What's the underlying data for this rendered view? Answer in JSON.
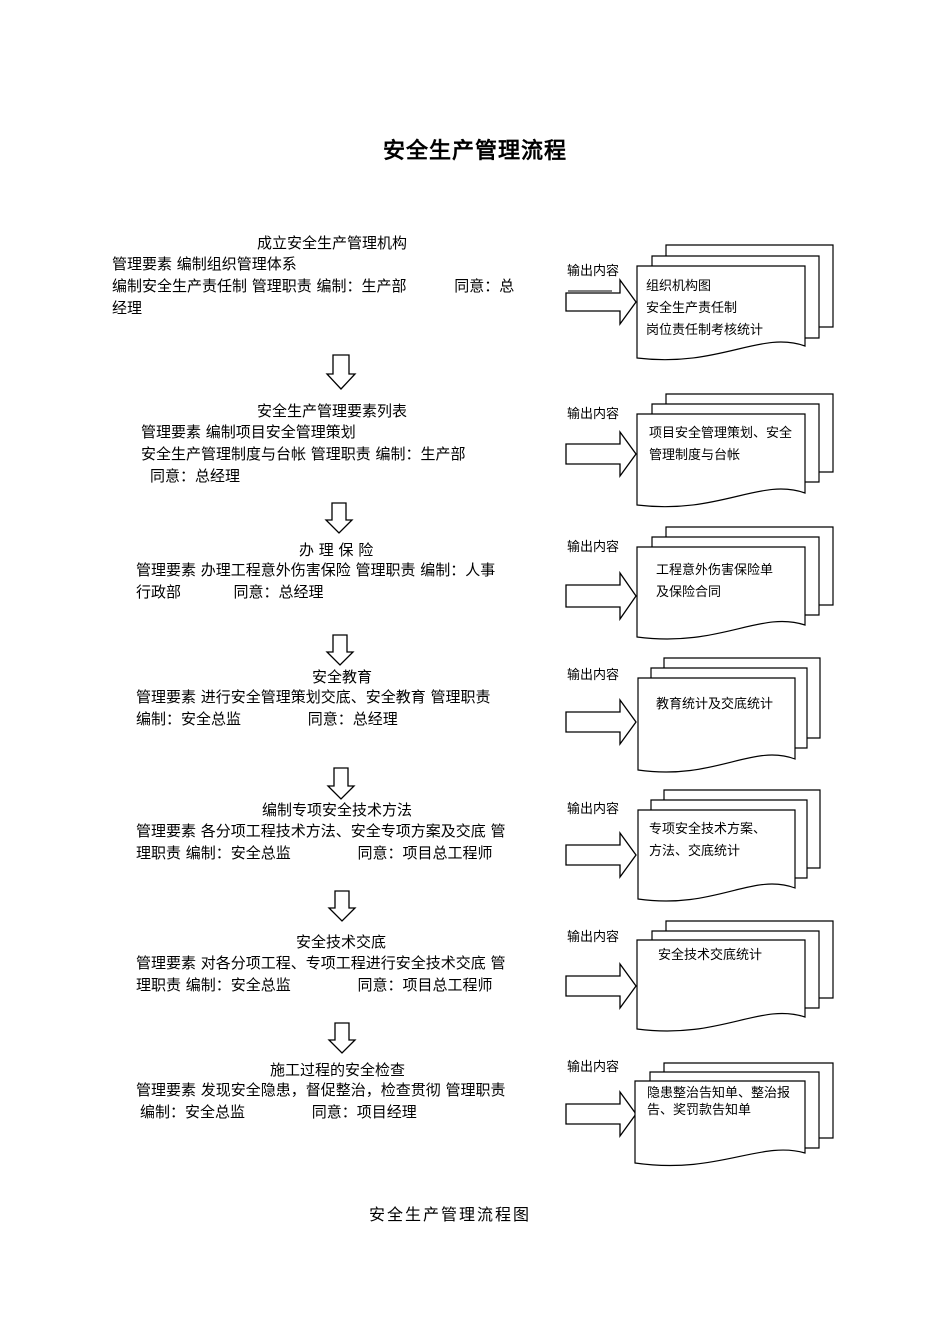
{
  "title": "安全生产管理流程",
  "caption": "安全生产管理流程图",
  "output_label": "输出内容",
  "stages": [
    {
      "heading": "成立安全生产管理机构",
      "lines": [
        "管理要素 编制组织管理体系",
        "编制安全生产责任制 管理职责 编制：生产部          同意：总",
        "经理"
      ],
      "outputs": [
        "组织机构图",
        "安全生产责任制",
        "岗位责任制考核统计"
      ]
    },
    {
      "heading": "安全生产管理要素列表",
      "lines": [
        "管理要素 编制项目安全管理策划",
        "安全生产管理制度与台帐 管理职责 编制：生产部",
        "同意：总经理"
      ],
      "outputs": [
        "项目安全管理策划、安全",
        "管理制度与台帐"
      ]
    },
    {
      "heading": "办 理 保 险",
      "lines": [
        "管理要素 办理工程意外伤害保险 管理职责 编制：人事",
        "行政部           同意：总经理"
      ],
      "outputs": [
        "工程意外伤害保险单",
        "及保险合同"
      ]
    },
    {
      "heading": "安全教育",
      "lines": [
        "管理要素 进行安全管理策划交底、安全教育 管理职责",
        "编制：安全总监              同意：总经理"
      ],
      "outputs": [
        "教育统计及交底统计"
      ]
    },
    {
      "heading": "编制专项安全技术方法",
      "lines": [
        "管理要素 各分项工程技术方法、安全专项方案及交底 管",
        "理职责 编制：安全总监              同意：项目总工程师"
      ],
      "outputs": [
        "专项安全技术方案、",
        "方法、交底统计"
      ]
    },
    {
      "heading": "安全技术交底",
      "lines": [
        "管理要素 对各分项工程、专项工程进行安全技术交底 管",
        "理职责 编制：安全总监              同意：项目总工程师"
      ],
      "outputs": [
        "安全技术交底统计"
      ]
    },
    {
      "heading": "施工过程的安全检查",
      "lines": [
        "管理要素 发现安全隐患，督促整治，检查贯彻 管理职责",
        "编制：安全总监              同意：项目经理"
      ],
      "outputs": [
        "隐患整治告知单、整治报",
        "告、奖罚款告知单"
      ]
    }
  ]
}
